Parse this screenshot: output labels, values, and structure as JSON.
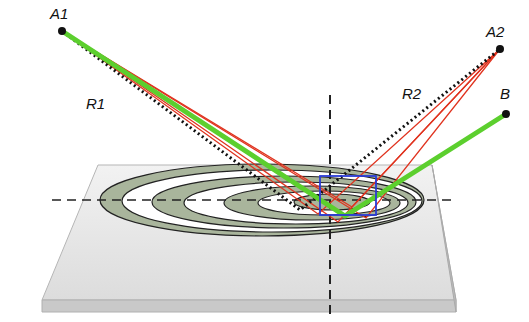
{
  "diagram": {
    "labels": [
      "A1",
      "R1",
      "A2",
      "B",
      "R2"
    ]
  }
}
